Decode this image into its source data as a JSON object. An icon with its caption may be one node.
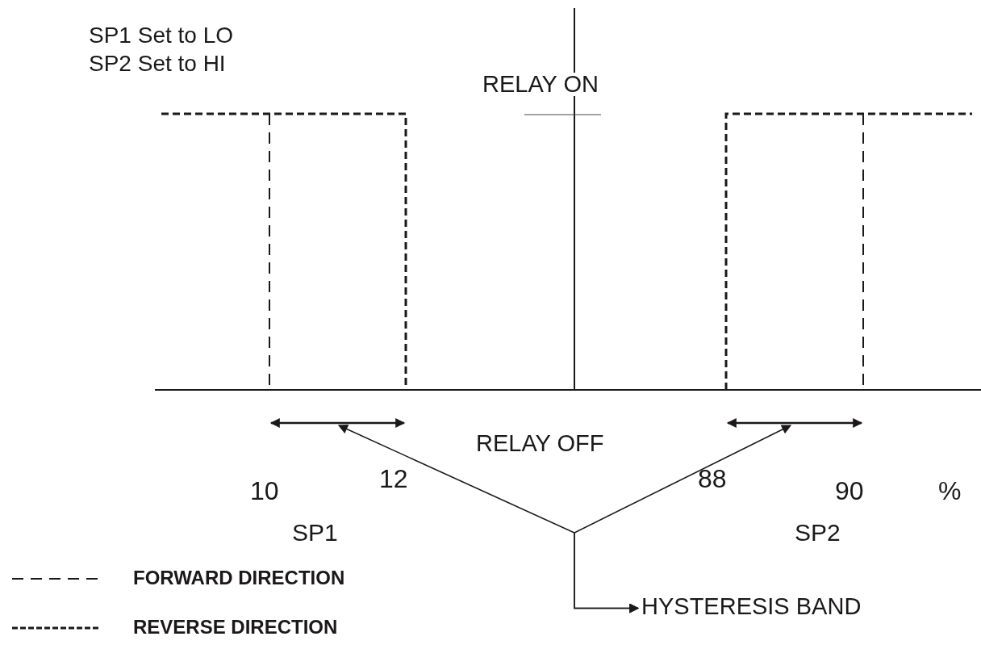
{
  "diagram": {
    "nodes": [
      {
        "text": [
          "HYSTERESIS BAND"
        ]
      },
      {
        "text": [],
        "shape": "bar"
      },
      {
        "text": [],
        "shape": "bar"
      }
    ],
    "edges": [
      {
        "from": 0,
        "to": 1,
        "arrow": "both"
      },
      {
        "from": 0,
        "to": 2,
        "arrow": "both"
      }
    ],
    "labels": [
      "SP1 Set to LO",
      "SP2 Set to HI",
      "RELAY ON",
      "RELAY OFF",
      "10",
      "12",
      "88",
      "90",
      "%",
      "SP1",
      "SP2"
    ],
    "legend": [
      {
        "text": "FORWARD DIRECTION"
      },
      {
        "text": "REVERSE DIRECTION"
      }
    ]
  }
}
